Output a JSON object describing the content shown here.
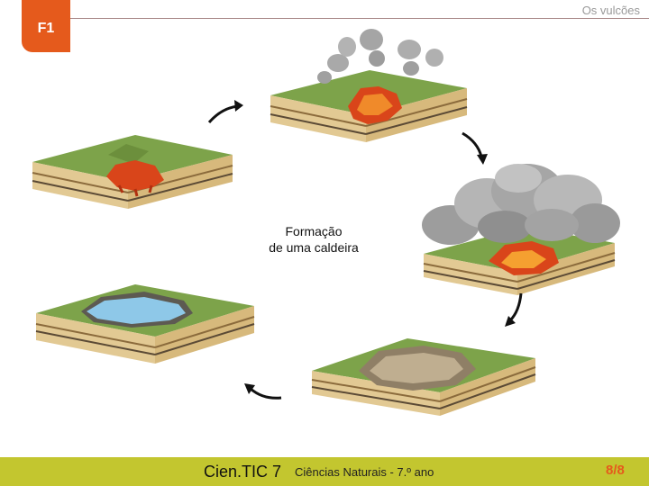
{
  "header": {
    "tab_label": "F1",
    "section_title": "Os vulcões"
  },
  "diagram": {
    "caption_line1": "Formação",
    "caption_line2": "de uma caldeira"
  },
  "footer": {
    "brand": "Cien.TIC 7",
    "subject": "Ciências Naturais - 7.º ano",
    "page": "8/8"
  },
  "colors": {
    "accent_orange": "#e55a1c",
    "footer_green": "#c3c62f",
    "grass": "#7da34a",
    "soil": "#e2c993",
    "magma": "#d9451a",
    "water": "#8ec8e8",
    "smoke": "#a9a9a9"
  }
}
